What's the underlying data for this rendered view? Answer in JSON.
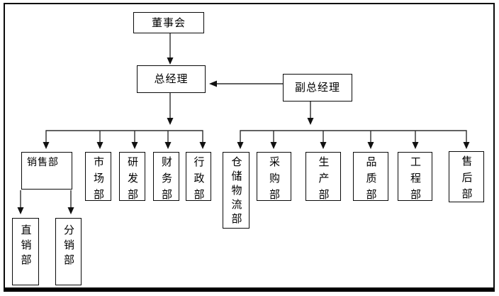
{
  "diagram": {
    "type": "org-chart",
    "background": "#ffffff",
    "colors": {
      "box_border": "#0a0a0a",
      "connector_line": "#2e2e2e",
      "arrowhead": "#111111",
      "text": "#000000",
      "frame_border": "#000000"
    },
    "nodes": {
      "board": {
        "label": "董事会"
      },
      "gm": {
        "label": "总经理"
      },
      "dgm": {
        "label": "副总经理"
      },
      "sales": {
        "label": "销售部"
      },
      "marketing": {
        "label": "市场部"
      },
      "rnd": {
        "label": "研发部"
      },
      "finance": {
        "label": "财务部"
      },
      "admin": {
        "label": "行政部"
      },
      "warehouse": {
        "label": "仓储物流部"
      },
      "purchasing": {
        "label": "采购部"
      },
      "production": {
        "label": "生产部"
      },
      "quality": {
        "label": "品质部"
      },
      "engineering": {
        "label": "工程部"
      },
      "aftersales": {
        "label": "售后部"
      },
      "direct": {
        "label": "直销部"
      },
      "dist": {
        "label": "分销部"
      }
    },
    "edges": [
      {
        "from": "董事会",
        "to": "总经理",
        "style": "arrow-down"
      },
      {
        "from": "副总经理",
        "to": "总经理",
        "style": "arrow-left"
      },
      {
        "from": "总经理",
        "to": [
          "销售部",
          "市场部",
          "研发部",
          "财务部",
          "行政部"
        ],
        "style": "branch-down"
      },
      {
        "from": "副总经理",
        "to": [
          "仓储物流部",
          "采购部",
          "生产部",
          "品质部",
          "工程部",
          "售后部"
        ],
        "style": "branch-down"
      },
      {
        "from": "销售部",
        "to": [
          "直销部",
          "分销部"
        ],
        "style": "arrows-down"
      }
    ]
  }
}
